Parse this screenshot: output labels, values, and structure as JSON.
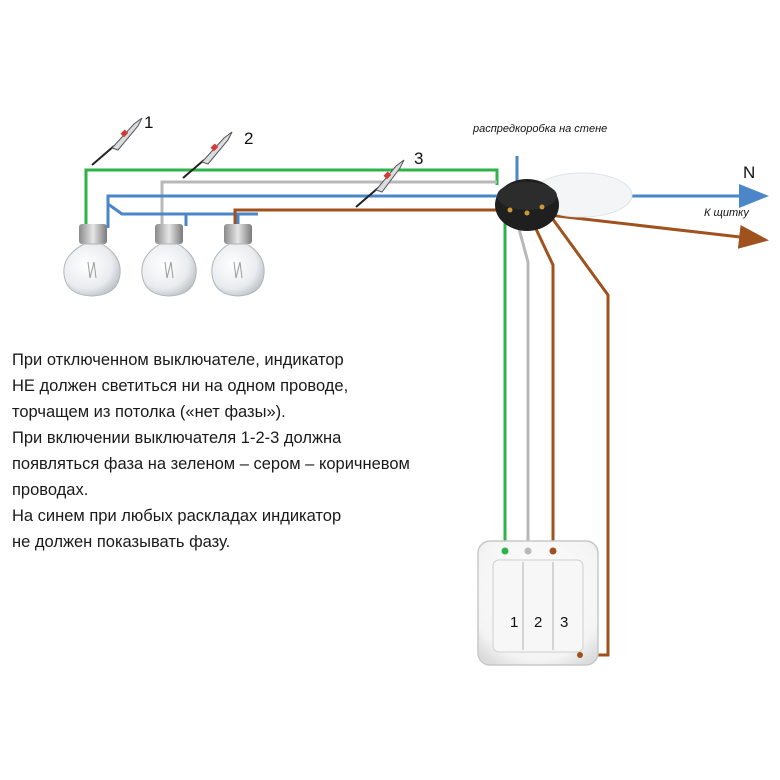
{
  "labels": {
    "probe_1": "1",
    "probe_2": "2",
    "probe_3": "3",
    "junction_box": "распредкоробка на стене",
    "neutral": "N",
    "to_panel": "К щитку",
    "switch_key_1": "1",
    "switch_key_2": "2",
    "switch_key_3": "3"
  },
  "note_lines": [
    "При отключенном выключателе, индикатор",
    "НЕ должен светиться ни на одном проводе,",
    "торчащем из потолка («нет фазы»).",
    "При включении выключателя 1-2-3 должна",
    "появляться фаза на зеленом – сером – коричневом",
    "проводах.",
    "На синем при любых раскладах индикатор",
    "не должен показывать фазу."
  ],
  "wire_colors": {
    "green": "#2db34a",
    "grey": "#b8b8b8",
    "blue": "#4a86c8",
    "brown": "#a0521e"
  }
}
